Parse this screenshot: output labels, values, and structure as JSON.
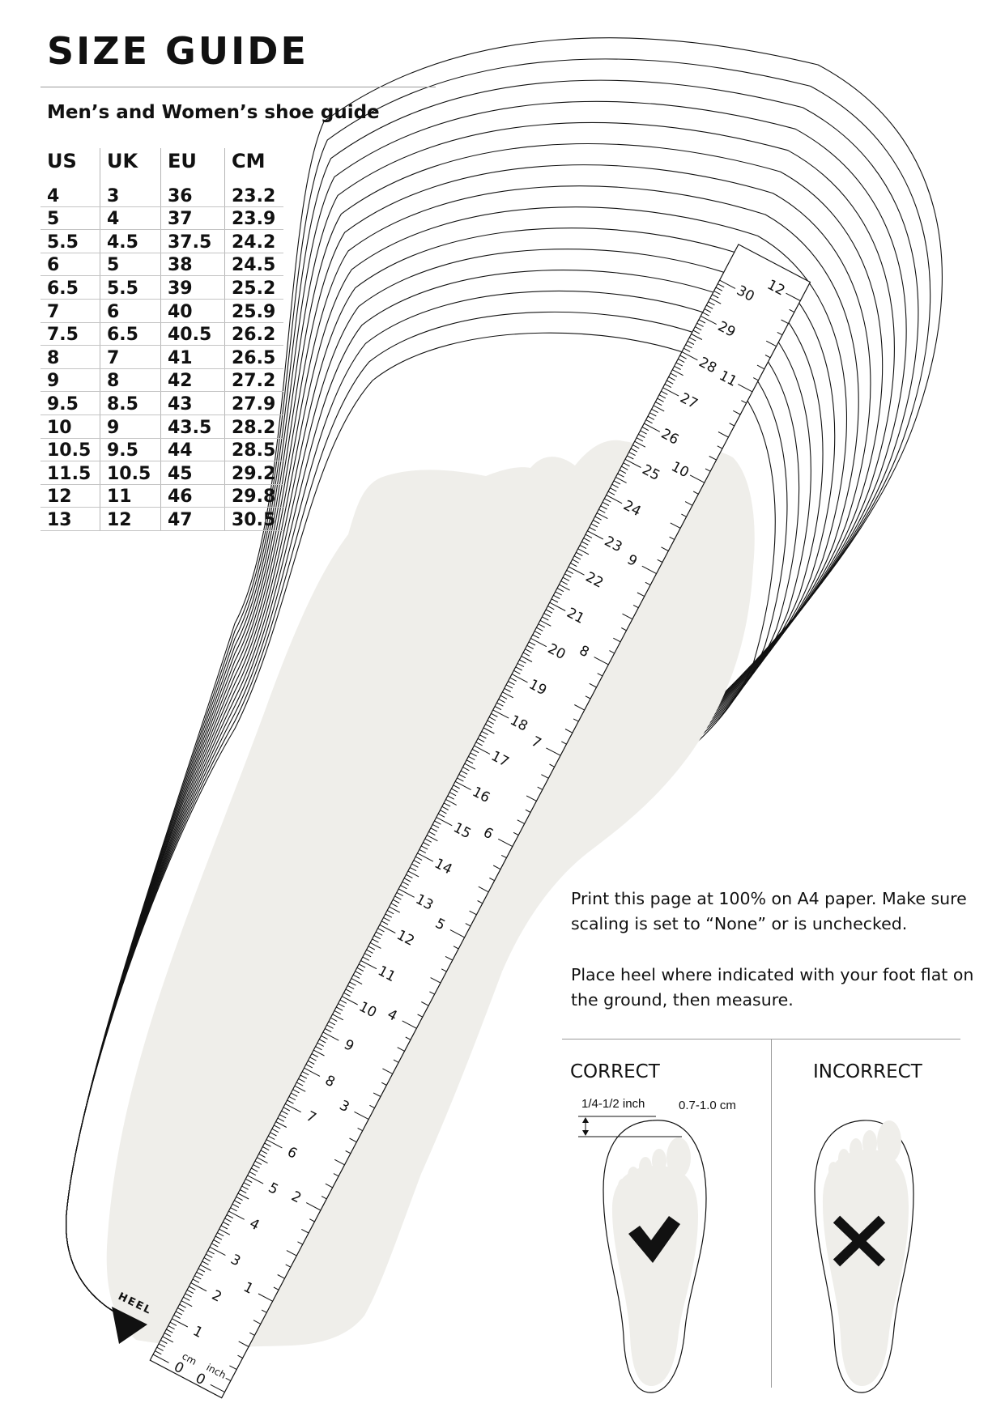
{
  "page": {
    "title": "SIZE GUIDE",
    "subtitle": "Men’s and Women’s shoe guide"
  },
  "size_table": {
    "headers": [
      "US",
      "UK",
      "EU",
      "CM"
    ],
    "rows": [
      [
        "4",
        "3",
        "36",
        "23.2"
      ],
      [
        "5",
        "4",
        "37",
        "23.9"
      ],
      [
        "5.5",
        "4.5",
        "37.5",
        "24.2"
      ],
      [
        "6",
        "5",
        "38",
        "24.5"
      ],
      [
        "6.5",
        "5.5",
        "39",
        "25.2"
      ],
      [
        "7",
        "6",
        "40",
        "25.9"
      ],
      [
        "7.5",
        "6.5",
        "40.5",
        "26.2"
      ],
      [
        "8",
        "7",
        "41",
        "26.5"
      ],
      [
        "9",
        "8",
        "42",
        "27.2"
      ],
      [
        "9.5",
        "8.5",
        "43",
        "27.9"
      ],
      [
        "10",
        "9",
        "43.5",
        "28.2"
      ],
      [
        "10.5",
        "9.5",
        "44",
        "28.5"
      ],
      [
        "11.5",
        "10.5",
        "45",
        "29.2"
      ],
      [
        "12",
        "11",
        "46",
        "29.8"
      ],
      [
        "13",
        "12",
        "47",
        "30.5"
      ]
    ]
  },
  "ruler": {
    "cm_labels": [
      "0",
      "1",
      "2",
      "3",
      "4",
      "5",
      "6",
      "7",
      "8",
      "9",
      "10",
      "11",
      "12",
      "13",
      "14",
      "15",
      "16",
      "17",
      "18",
      "19",
      "20",
      "21",
      "22",
      "23",
      "24",
      "25",
      "26",
      "27",
      "28",
      "29",
      "30"
    ],
    "inch_labels": [
      "0",
      "1",
      "2",
      "3",
      "4",
      "5",
      "6",
      "7",
      "8",
      "9",
      "10",
      "11",
      "12"
    ],
    "cm_unit": "cm",
    "inch_unit": "inch",
    "heel_label": "HEEL"
  },
  "instructions": {
    "line1": "Print this page at 100% on A4 paper. Make sure scaling is set to “None” or is unchecked.",
    "line2": "Place heel where indicated with your foot flat on the ground, then measure."
  },
  "examples": {
    "correct_label": "CORRECT",
    "incorrect_label": "INCORRECT",
    "gap_inch": "1/4-1/2 inch",
    "gap_cm": "0.7-1.0 cm"
  },
  "colors": {
    "foot_fill": "#efeeea",
    "ink": "#111111"
  }
}
